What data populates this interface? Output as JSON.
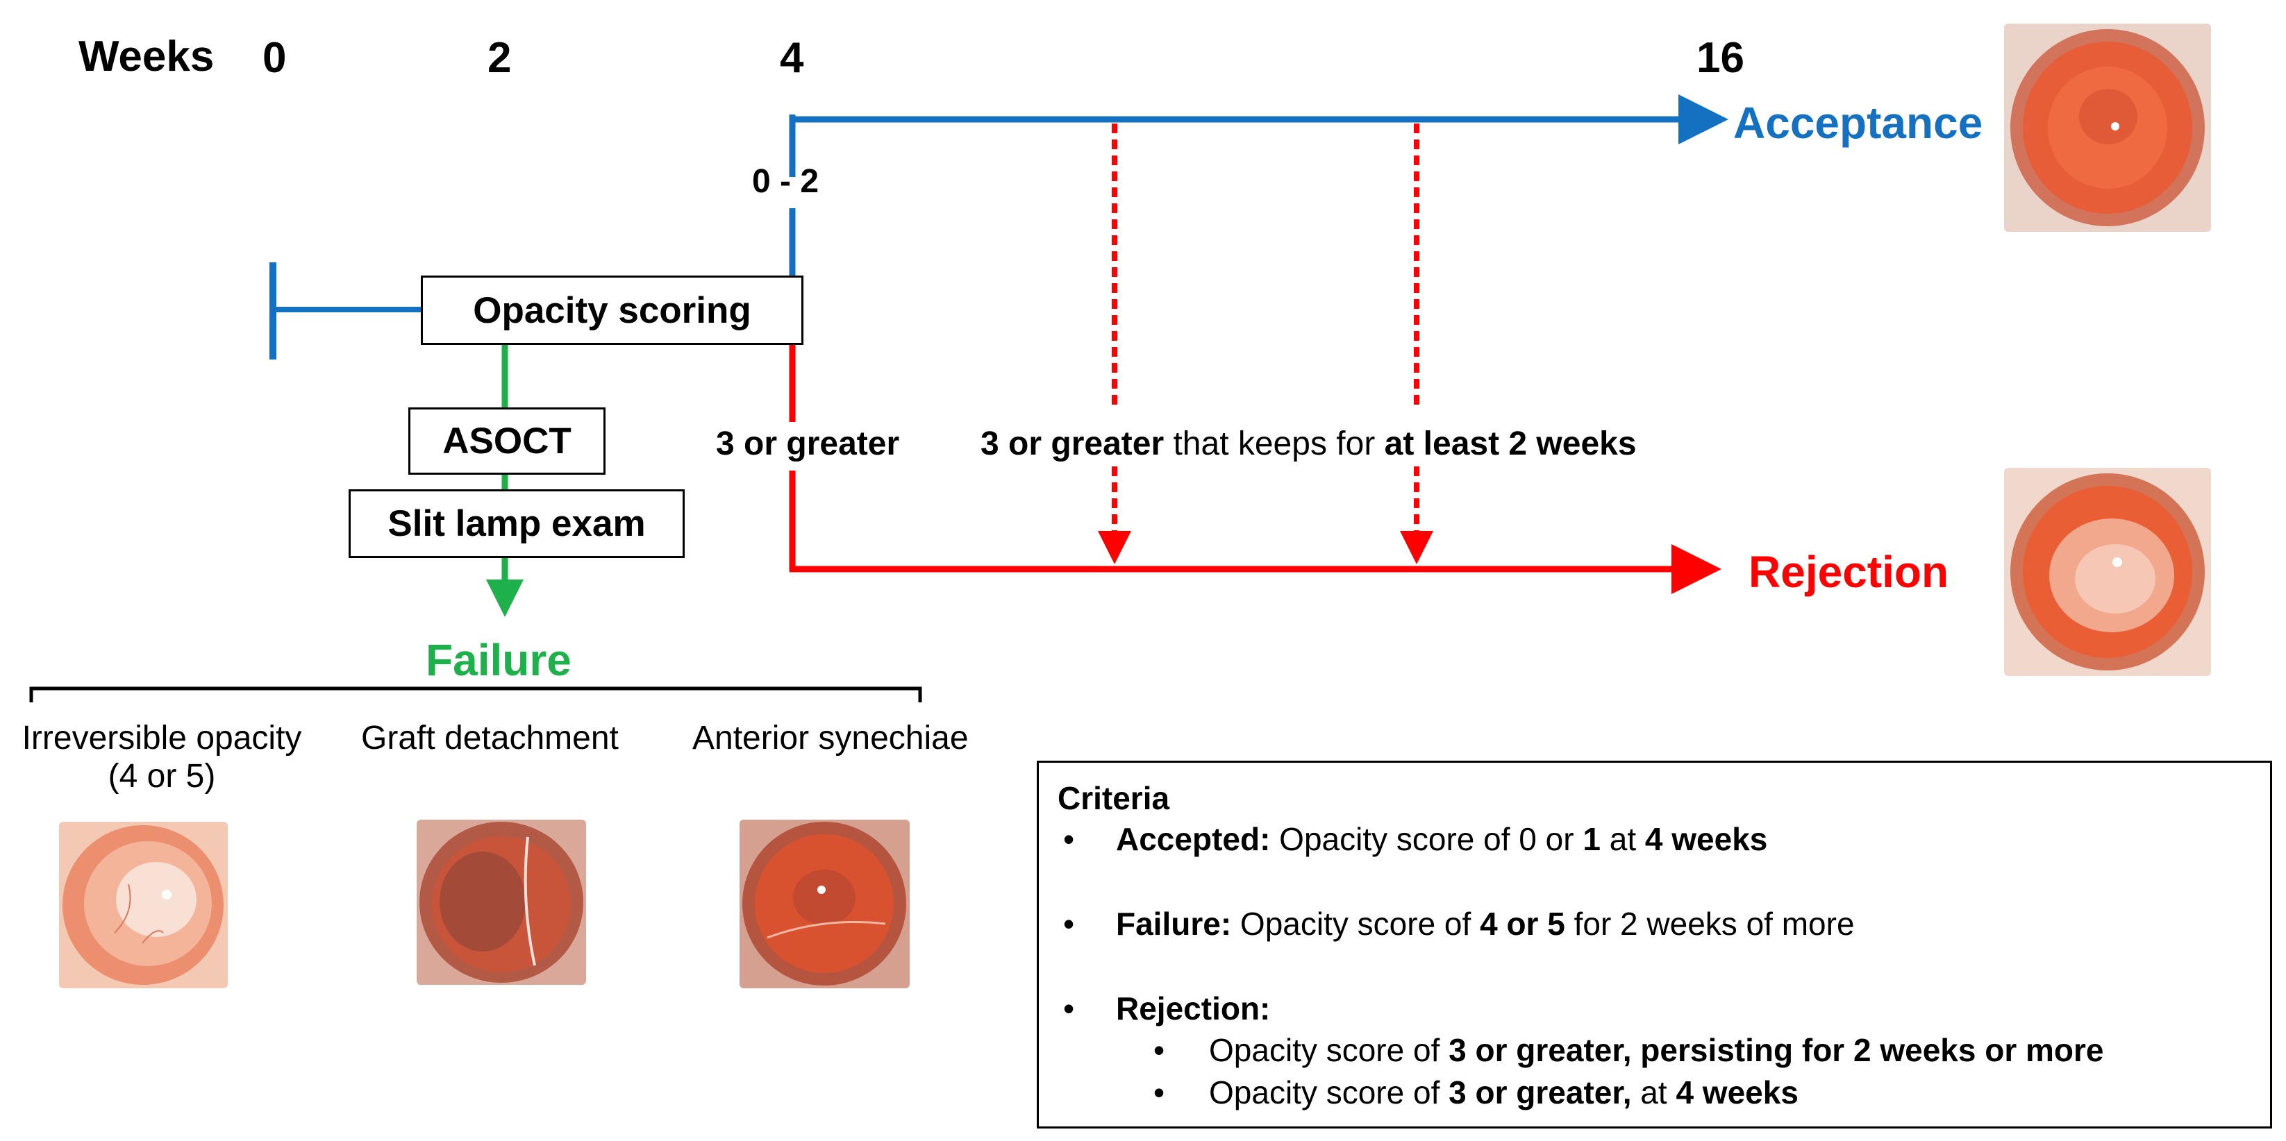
{
  "timeline": {
    "weeks_label": "Weeks",
    "ticks": [
      "0",
      "2",
      "4",
      "16"
    ],
    "branch_range": "0 - 2",
    "threshold": "3 or greater",
    "sustained": {
      "bold1": "3 or greater",
      "plain": " that keeps for ",
      "bold2": "at least 2 weeks"
    }
  },
  "boxes": {
    "opacity_scoring": "Opacity scoring",
    "asoct": "ASOCT",
    "slit_lamp": "Slit lamp exam"
  },
  "outcomes": {
    "acceptance": "Acceptance",
    "rejection": "Rejection",
    "failure": "Failure"
  },
  "failure_modes": {
    "irreversible_line1": "Irreversible opacity",
    "irreversible_line2": "(4 or 5)",
    "graft_detachment": "Graft detachment",
    "anterior_synechiae": "Anterior synechiae"
  },
  "criteria": {
    "title": "Criteria",
    "bullet": "•",
    "accepted": {
      "label": "Accepted:",
      "t1": " Opacity score of 0 or ",
      "b1": "1",
      "t2": " at ",
      "b2": "4 weeks"
    },
    "failure": {
      "label": "Failure:",
      "t1": " Opacity score of ",
      "b1": "4 or 5",
      "t2": " for 2 weeks of more"
    },
    "rejection": {
      "label": "Rejection:",
      "sub1": {
        "t1": "Opacity score of ",
        "b1": "3 or greater, persisting for 2 weeks or more"
      },
      "sub2": {
        "t1": "Opacity score of ",
        "b1": "3 or greater,",
        "t2": " at ",
        "b2": "4 weeks"
      }
    }
  },
  "colors": {
    "blue": "#1470c0",
    "red": "#ff0000",
    "green": "#1db04b",
    "eye_orange": "#e8613a"
  }
}
